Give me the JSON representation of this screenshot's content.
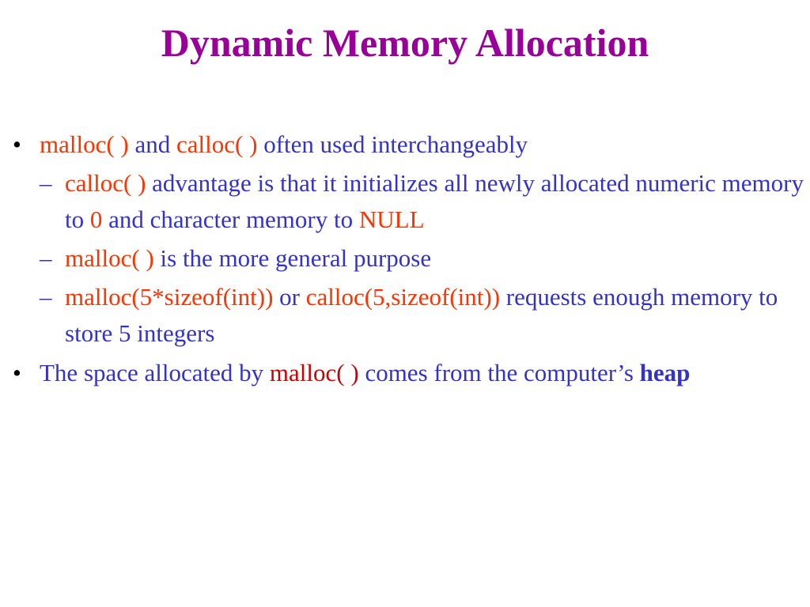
{
  "colors": {
    "title": "#990099",
    "body": "#3333cc",
    "code": "#ff3300",
    "accent": "#cc0000"
  },
  "slide": {
    "title": "Dynamic Memory Allocation",
    "bullet_marker": "•",
    "sub_marker": "–",
    "bullets": [
      {
        "segments": [
          {
            "text": "malloc( )",
            "style": "code"
          },
          {
            "text": " and ",
            "style": "body"
          },
          {
            "text": "calloc( )",
            "style": "code"
          },
          {
            "text": " often used interchangeably",
            "style": "body"
          }
        ],
        "subs": [
          {
            "segments": [
              {
                "text": "calloc( )",
                "style": "code"
              },
              {
                "text": " advantage is that it initializes all newly allocated numeric memory to ",
                "style": "body"
              },
              {
                "text": "0",
                "style": "code"
              },
              {
                "text": " and character memory to ",
                "style": "body"
              },
              {
                "text": "NULL",
                "style": "code"
              }
            ]
          },
          {
            "segments": [
              {
                "text": "malloc( )",
                "style": "code"
              },
              {
                "text": " is the more general purpose",
                "style": "body"
              }
            ]
          },
          {
            "segments": [
              {
                "text": "malloc(5*sizeof(int))",
                "style": "code"
              },
              {
                "text": " or ",
                "style": "body"
              },
              {
                "text": "calloc(5,sizeof(int))",
                "style": "code"
              },
              {
                "text": " requests enough memory to store 5 integers",
                "style": "body"
              }
            ]
          }
        ]
      },
      {
        "segments": [
          {
            "text": "The space allocated by ",
            "style": "body"
          },
          {
            "text": "malloc( )",
            "style": "accent"
          },
          {
            "text": " comes from the computer’s ",
            "style": "body"
          },
          {
            "text": "heap",
            "style": "bold"
          }
        ],
        "subs": []
      }
    ]
  }
}
